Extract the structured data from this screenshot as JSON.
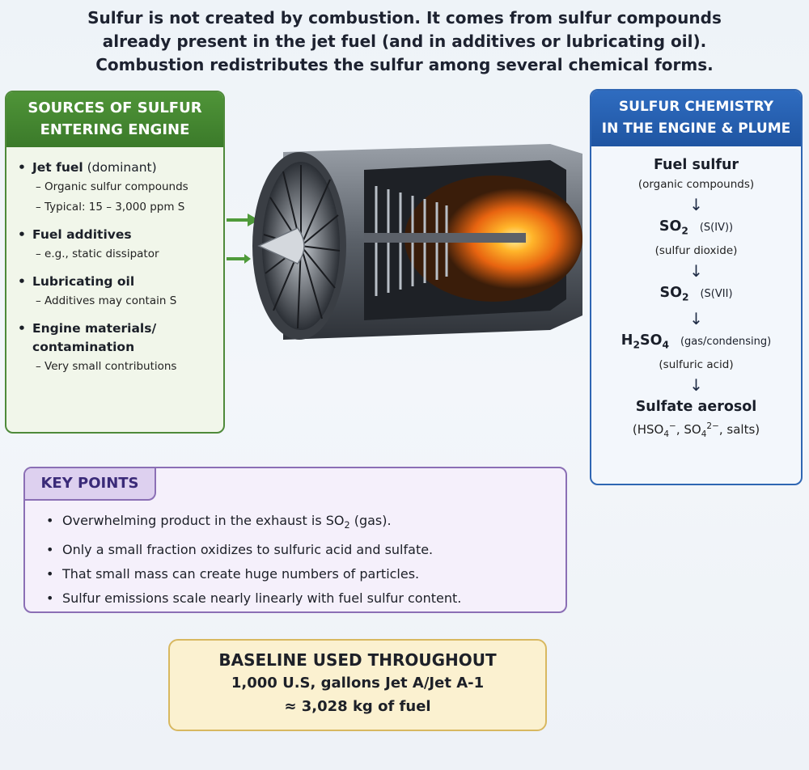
{
  "header": {
    "line1": "Sulfur is not created by combustion. It comes from sulfur compounds",
    "line2": "already present in the jet fuel (and in additives or lubricating oil).",
    "line3": "Combustion redistributes the sulfur among several chemical forms."
  },
  "sources": {
    "title_line1": "SOURCES OF SULFUR",
    "title_line2": "ENTERING ENGINE",
    "items": [
      {
        "label": "Jet fuel",
        "qualifier": " (dominant)",
        "subs": [
          "– Organic sulfur compounds",
          "– Typical: 15 – 3,000 ppm S"
        ]
      },
      {
        "label": "Fuel additives",
        "subs": [
          "– e.g., static dissipator"
        ]
      },
      {
        "label": "Lubricating oil",
        "subs": [
          "– Additives may contain S"
        ]
      },
      {
        "label_line1": "Engine materials/",
        "label_line2": "contamination",
        "subs": [
          "– Very small contributions"
        ]
      }
    ]
  },
  "chemistry": {
    "title_line1": "SULFUR CHEMISTRY",
    "title_line2": "IN THE ENGINE & PLUME",
    "fuel_sulfur": "Fuel sulfur",
    "fuel_sulfur_note": "(organic compounds)",
    "arrow": "↓",
    "so2_1_main": "SO",
    "so2_1_sub": "2",
    "so2_1_state": "(S(IV))",
    "so2_1_note": "(sulfur dioxide)",
    "so2_2_main": "SO",
    "so2_2_sub": "2",
    "so2_2_state": "(S(VII)",
    "h2so4_h": "H",
    "h2so4_h_sub": "2",
    "h2so4_so": "SO",
    "h2so4_so_sub": "4",
    "h2so4_state": "(gas/condensing)",
    "h2so4_note": "(sulfuric acid)",
    "aerosol": "Sulfate aerosol",
    "aerosol_open": "(HSO",
    "aerosol_sub1": "4",
    "aerosol_sup1": "−",
    "aerosol_mid": ", SO",
    "aerosol_sub2": "4",
    "aerosol_sup2": "2−",
    "aerosol_end": ", salts)"
  },
  "key_points": {
    "tag": "KEY POINTS",
    "p1_before": "Overwhelming product in the exhaust is SO",
    "p1_sub": "2",
    "p1_after": " (gas).",
    "p2": "Only a small fraction oxidizes to sulfuric acid and sulfate.",
    "p3": "That small mass can create huge numbers of particles.",
    "p4": "Sulfur emissions scale nearly linearly with fuel sulfur content."
  },
  "baseline": {
    "title": "BASELINE USED THROUGHOUT",
    "line1": "1,000 U.S, gallons Jet A/Jet A-1",
    "line2": "≈ 3,028 kg of fuel"
  },
  "colors": {
    "sources_accent": "#3b7a2a",
    "chemistry_accent": "#1f55a2",
    "key_points_accent": "#8b6fb5",
    "baseline_bg": "#fbf1d0",
    "combustion_glow": "#ff9a1a"
  }
}
